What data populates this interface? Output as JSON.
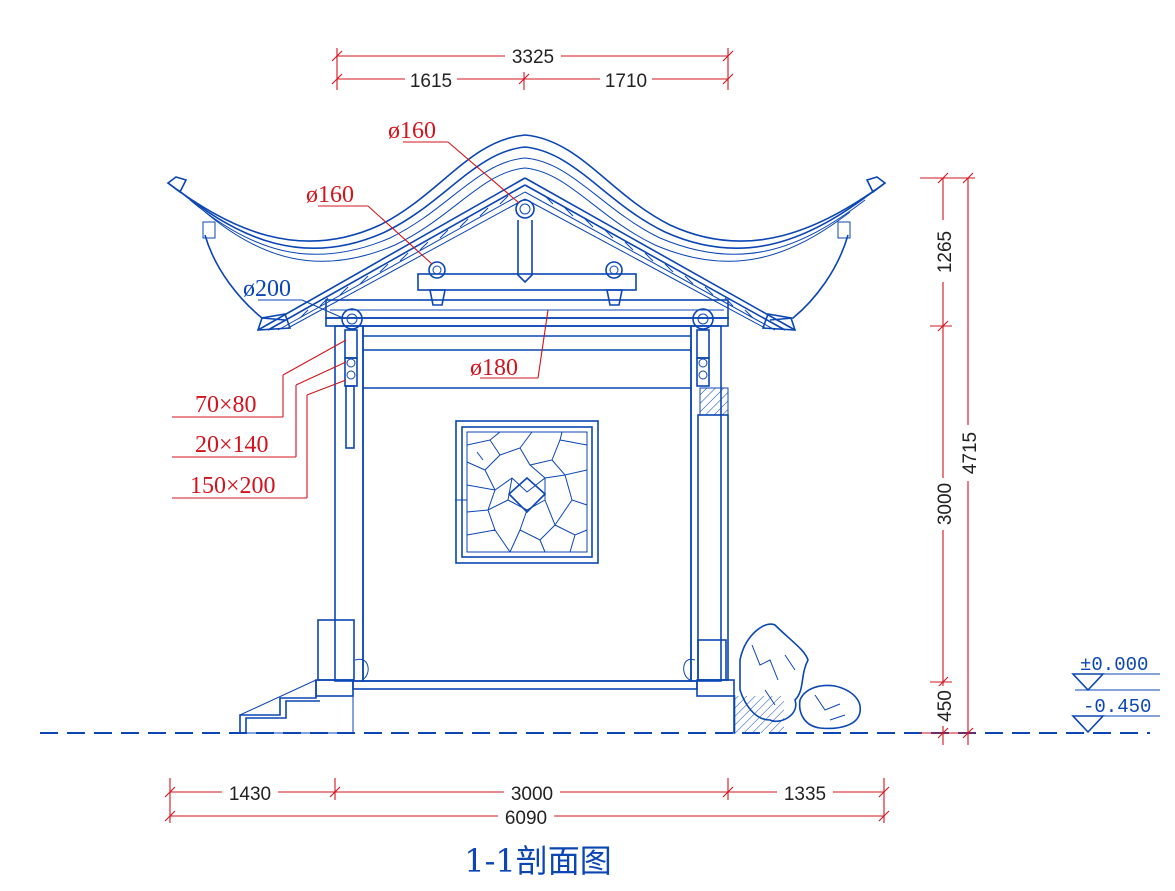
{
  "title": "1-1剖面图",
  "dimensions": {
    "top_overall": "3325",
    "top_left": "1615",
    "top_right": "1710",
    "bottom_left": "1430",
    "bottom_middle": "3000",
    "bottom_right": "1335",
    "bottom_overall": "6090",
    "right_roof": "1265",
    "right_wall": "3000",
    "right_base": "450",
    "right_total": "4715"
  },
  "annotations": {
    "ridge_purlin": "ø160",
    "upper_purlin": "ø160",
    "eave_purlin": "ø200",
    "beam": "ø180",
    "member_1": "70×80",
    "member_2": "20×140",
    "member_3": "150×200"
  },
  "levels": {
    "floor": "±0.000",
    "ground": "-0.450"
  }
}
